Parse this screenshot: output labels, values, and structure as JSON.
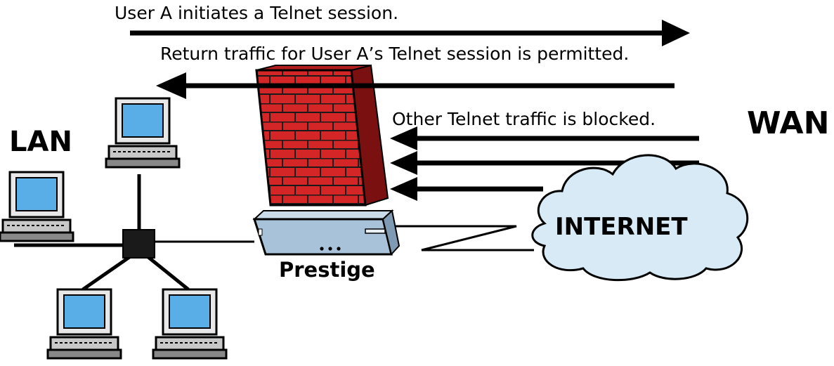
{
  "captions": {
    "user_a_initiates": "User A initiates a Telnet session.",
    "return_traffic": "Return traffic for User A’s Telnet session is permitted.",
    "other_blocked": "Other Telnet traffic is blocked."
  },
  "labels": {
    "lan": "LAN",
    "wan": "WAN",
    "internet": "INTERNET",
    "device": "Prestige"
  },
  "colors": {
    "brick": "#d42626",
    "mortar": "#1a1a1a",
    "screen": "#5aaee8",
    "cloud": "#d8eaf6",
    "device": "#a8c3d9"
  }
}
